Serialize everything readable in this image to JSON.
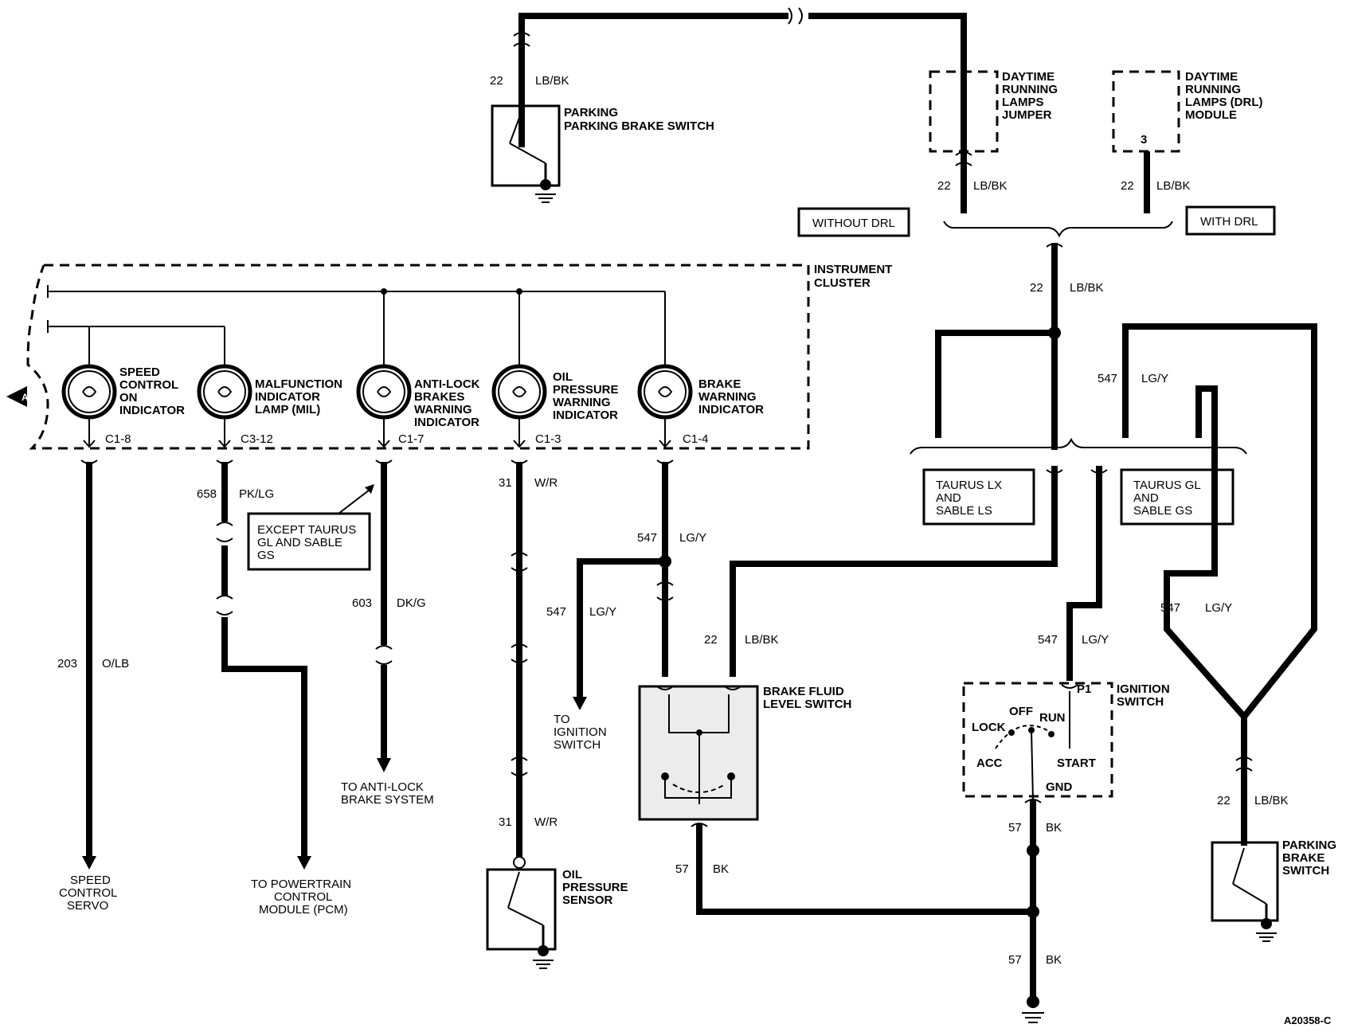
{
  "figure_id": "A20358-C",
  "callout_a": "A",
  "instrument_cluster": "INSTRUMENT CLUSTER",
  "indicators": [
    {
      "label": [
        "SPEED",
        "CONTROL",
        "ON",
        "INDICATOR"
      ],
      "pin": "C1-8"
    },
    {
      "label": [
        "MALFUNCTION",
        "INDICATOR",
        "LAMP (MIL)"
      ],
      "pin": "C3-12"
    },
    {
      "label": [
        "ANTI-LOCK",
        "BRAKES",
        "WARNING",
        "INDICATOR"
      ],
      "pin": "C1-7"
    },
    {
      "label": [
        "OIL",
        "PRESSURE",
        "WARNING",
        "INDICATOR"
      ],
      "pin": "C1-3"
    },
    {
      "label": [
        "BRAKE",
        "WARNING",
        "INDICATOR"
      ],
      "pin": "C1-4"
    }
  ],
  "components": {
    "parking_brake_switch_top": "PARKING BRAKE SWITCH",
    "drl_jumper": [
      "DAYTIME",
      "RUNNING",
      "LAMPS",
      "JUMPER"
    ],
    "drl_module": [
      "DAYTIME",
      "RUNNING",
      "LAMPS (DRL)",
      "MODULE"
    ],
    "drl_module_pin": "3",
    "without_drl": "WITHOUT DRL",
    "with_drl": "WITH DRL",
    "taurus_lx": [
      "TAURUS LX",
      "AND",
      "SABLE LS"
    ],
    "taurus_gl": [
      "TAURUS GL",
      "AND",
      "SABLE GS"
    ],
    "except_note": [
      "EXCEPT TAURUS",
      "GL AND SABLE",
      "GS"
    ],
    "brake_fluid_switch": [
      "BRAKE FLUID",
      "LEVEL SWITCH"
    ],
    "ignition_switch": [
      "IGNITION",
      "SWITCH"
    ],
    "ignition_positions": {
      "off": "OFF",
      "run": "RUN",
      "lock": "LOCK",
      "acc": "ACC",
      "start": "START",
      "gnd": "GND",
      "p1": "P1"
    },
    "oil_pressure_sensor": [
      "OIL",
      "PRESSURE",
      "SENSOR"
    ],
    "parking_brake_switch_right": [
      "PARKING",
      "BRAKE",
      "SWITCH"
    ]
  },
  "destinations": {
    "speed_servo": [
      "SPEED",
      "CONTROL",
      "SERVO"
    ],
    "pcm": [
      "TO POWERTRAIN",
      "CONTROL",
      "MODULE (PCM)"
    ],
    "abs": [
      "TO ANTI-LOCK",
      "BRAKE SYSTEM"
    ],
    "to_ignition": [
      "TO",
      "IGNITION",
      "SWITCH"
    ]
  },
  "wires": {
    "c22": "22",
    "lbbk": "LB/BK",
    "c547": "547",
    "lgy": "LG/Y",
    "c658": "658",
    "pklg": "PK/LG",
    "c603": "603",
    "dkg": "DK/G",
    "c203": "203",
    "olb": "O/LB",
    "c31": "31",
    "wr": "W/R",
    "c57": "57",
    "bk": "BK"
  }
}
